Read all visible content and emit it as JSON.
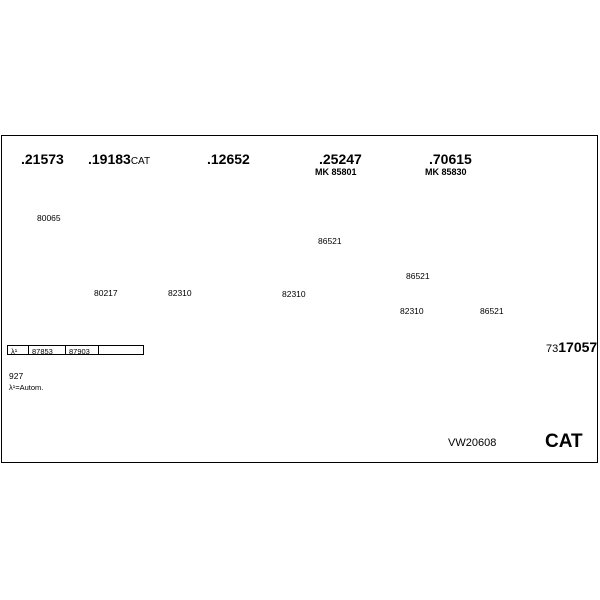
{
  "parts_top": [
    {
      "number": ".21573",
      "suffix": ""
    },
    {
      "number": ".19183",
      "suffix": "CAT"
    },
    {
      "number": ".12652",
      "suffix": ""
    },
    {
      "number": ".25247",
      "suffix": ""
    },
    {
      "number": ".70615",
      "suffix": ""
    }
  ],
  "mounting_kits": [
    "MK 85801",
    "MK 85830"
  ],
  "part_labels": {
    "gasket_top": "80065",
    "gasket_ring": "80217",
    "clamp_1": "82310",
    "clamp_2": "82310",
    "clamp_3": "82310",
    "hanger_1": "86521",
    "hanger_2": "86521",
    "hanger_3": "86521"
  },
  "lambda_table": {
    "symbol": "λ¹",
    "cells": [
      "87853",
      "87903",
      ""
    ]
  },
  "kit_code": {
    "prefix": "73",
    "number": "17057"
  },
  "notes": [
    "927",
    "λ¹=Autom."
  ],
  "system_id": "VW20608",
  "category": "CAT"
}
